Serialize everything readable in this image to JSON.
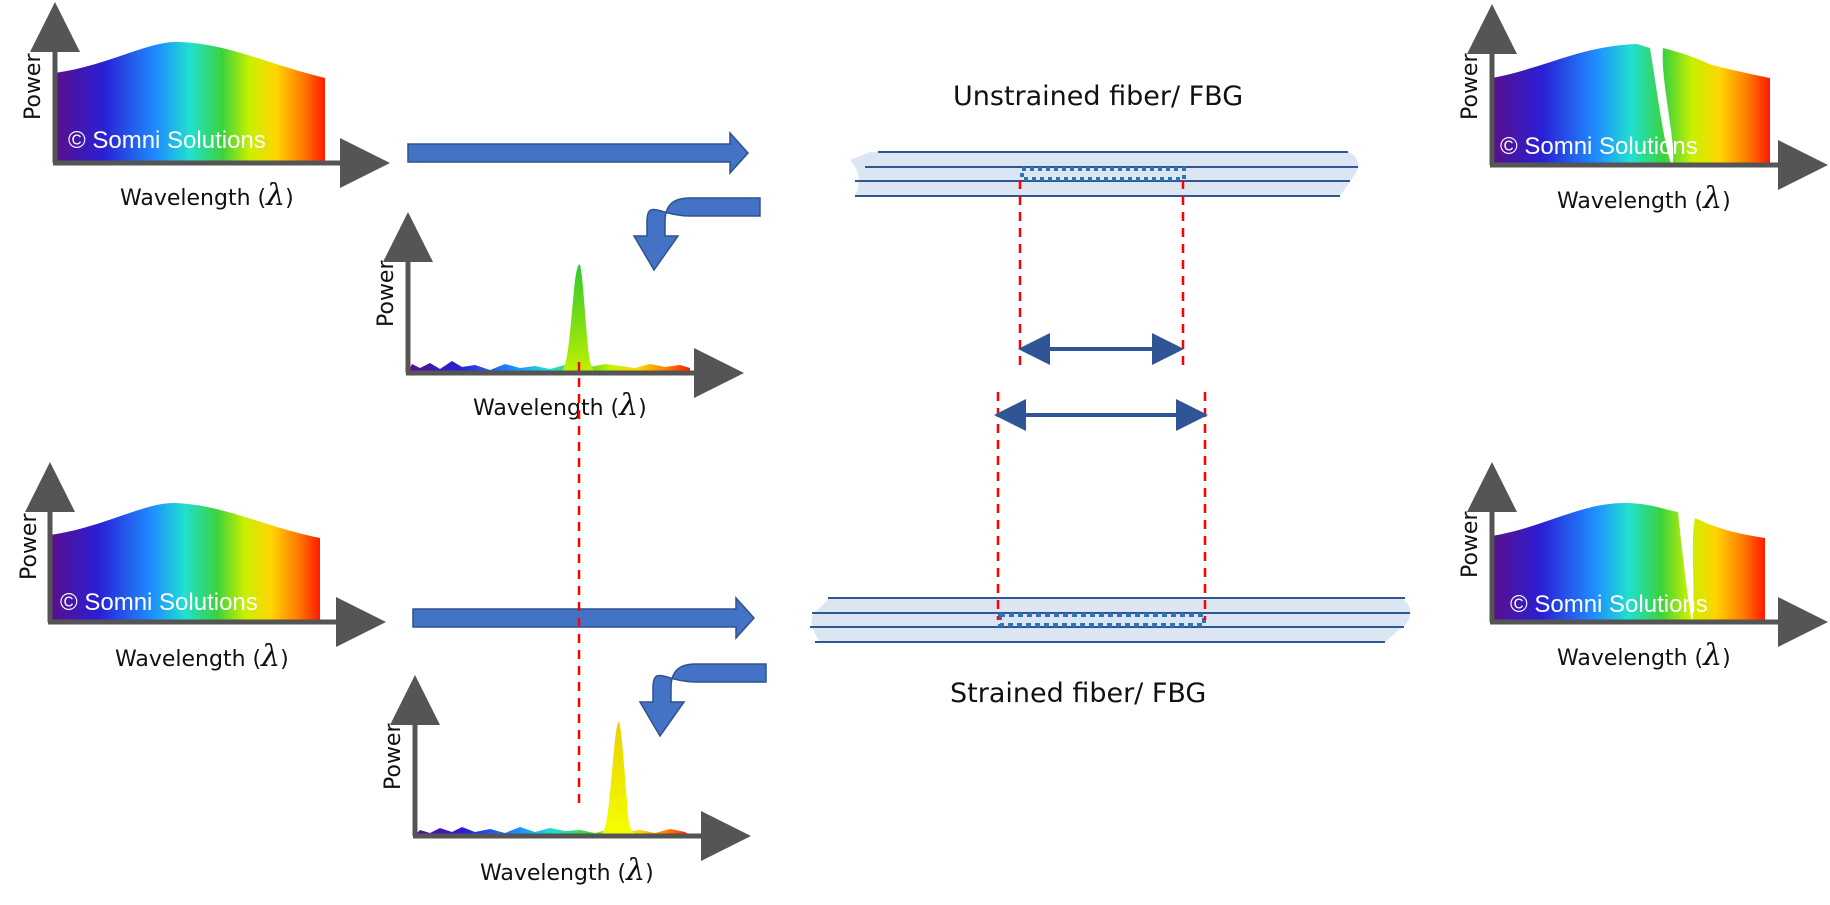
{
  "labels": {
    "power": "Power",
    "wavelength": "Wavelength (",
    "lambda": "λ",
    "close_paren": ")",
    "watermark": "© Somni Solutions",
    "unstrained_title": "Unstrained fiber/ FBG",
    "strained_title": "Strained fiber/ FBG"
  },
  "colors": {
    "axis": "#555555",
    "arrow_fill": "#4472c4",
    "arrow_stroke": "#2f528f",
    "fiber_fill": "#dce6f2",
    "fiber_line": "#2f5597",
    "grating": "#2e75b6",
    "dashed": "#ff0000"
  },
  "spectra": [
    {
      "id": "input-top",
      "watermark": true
    },
    {
      "id": "transmitted-top",
      "watermark": true,
      "notch": "cyan-green"
    },
    {
      "id": "input-bottom",
      "watermark": true
    },
    {
      "id": "transmitted-bottom",
      "watermark": true,
      "notch": "yellow"
    },
    {
      "id": "reflected-top",
      "peak_color": "green"
    },
    {
      "id": "reflected-bottom",
      "peak_color": "yellow"
    }
  ]
}
